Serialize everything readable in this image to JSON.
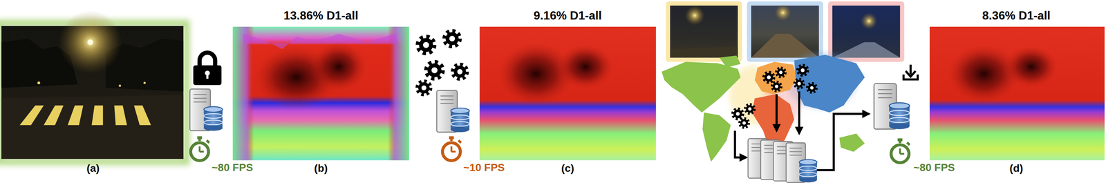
{
  "diagram": {
    "labels": [
      "13.86% D1-all",
      "9.16% D1-all",
      "8.36% D1-all",
      "(a)",
      "~80 FPS",
      "(b)",
      "~10 FPS",
      "(c)",
      "~80 FPS",
      "(d)"
    ]
  }
}
